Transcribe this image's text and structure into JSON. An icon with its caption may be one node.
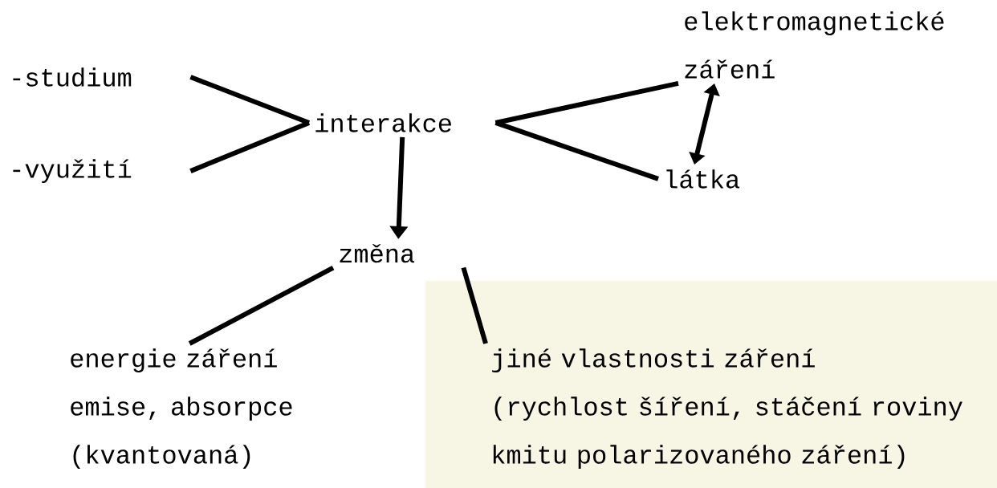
{
  "diagram": {
    "nodes": [
      {
        "text": [
          "-studium"
        ]
      },
      {
        "text": [
          "-využití"
        ]
      },
      {
        "text": [
          "interakce"
        ]
      },
      {
        "text": [
          "elektromagnetické záření"
        ]
      },
      {
        "text": [
          "látka"
        ]
      },
      {
        "text": [
          "změna"
        ]
      },
      {
        "text": [
          "energie záření",
          "emise, absorpce (kvantovaná)"
        ]
      },
      {
        "text": [
          "jiné vlastnosti záření",
          "(rychlost šíření, stáčení roviny kmitu polarizovaného záření)"
        ]
      }
    ],
    "edges": [
      {
        "from": 0,
        "to": 2,
        "arrow": "none"
      },
      {
        "from": 1,
        "to": 2,
        "arrow": "none"
      },
      {
        "from": 2,
        "to": 3,
        "arrow": "none"
      },
      {
        "from": 2,
        "to": 4,
        "arrow": "none"
      },
      {
        "from": 3,
        "to": 4,
        "arrow": "both"
      },
      {
        "from": 2,
        "to": 5,
        "arrow": "to"
      },
      {
        "from": 5,
        "to": 6,
        "arrow": "none"
      },
      {
        "from": 5,
        "to": 7,
        "arrow": "none"
      }
    ]
  }
}
